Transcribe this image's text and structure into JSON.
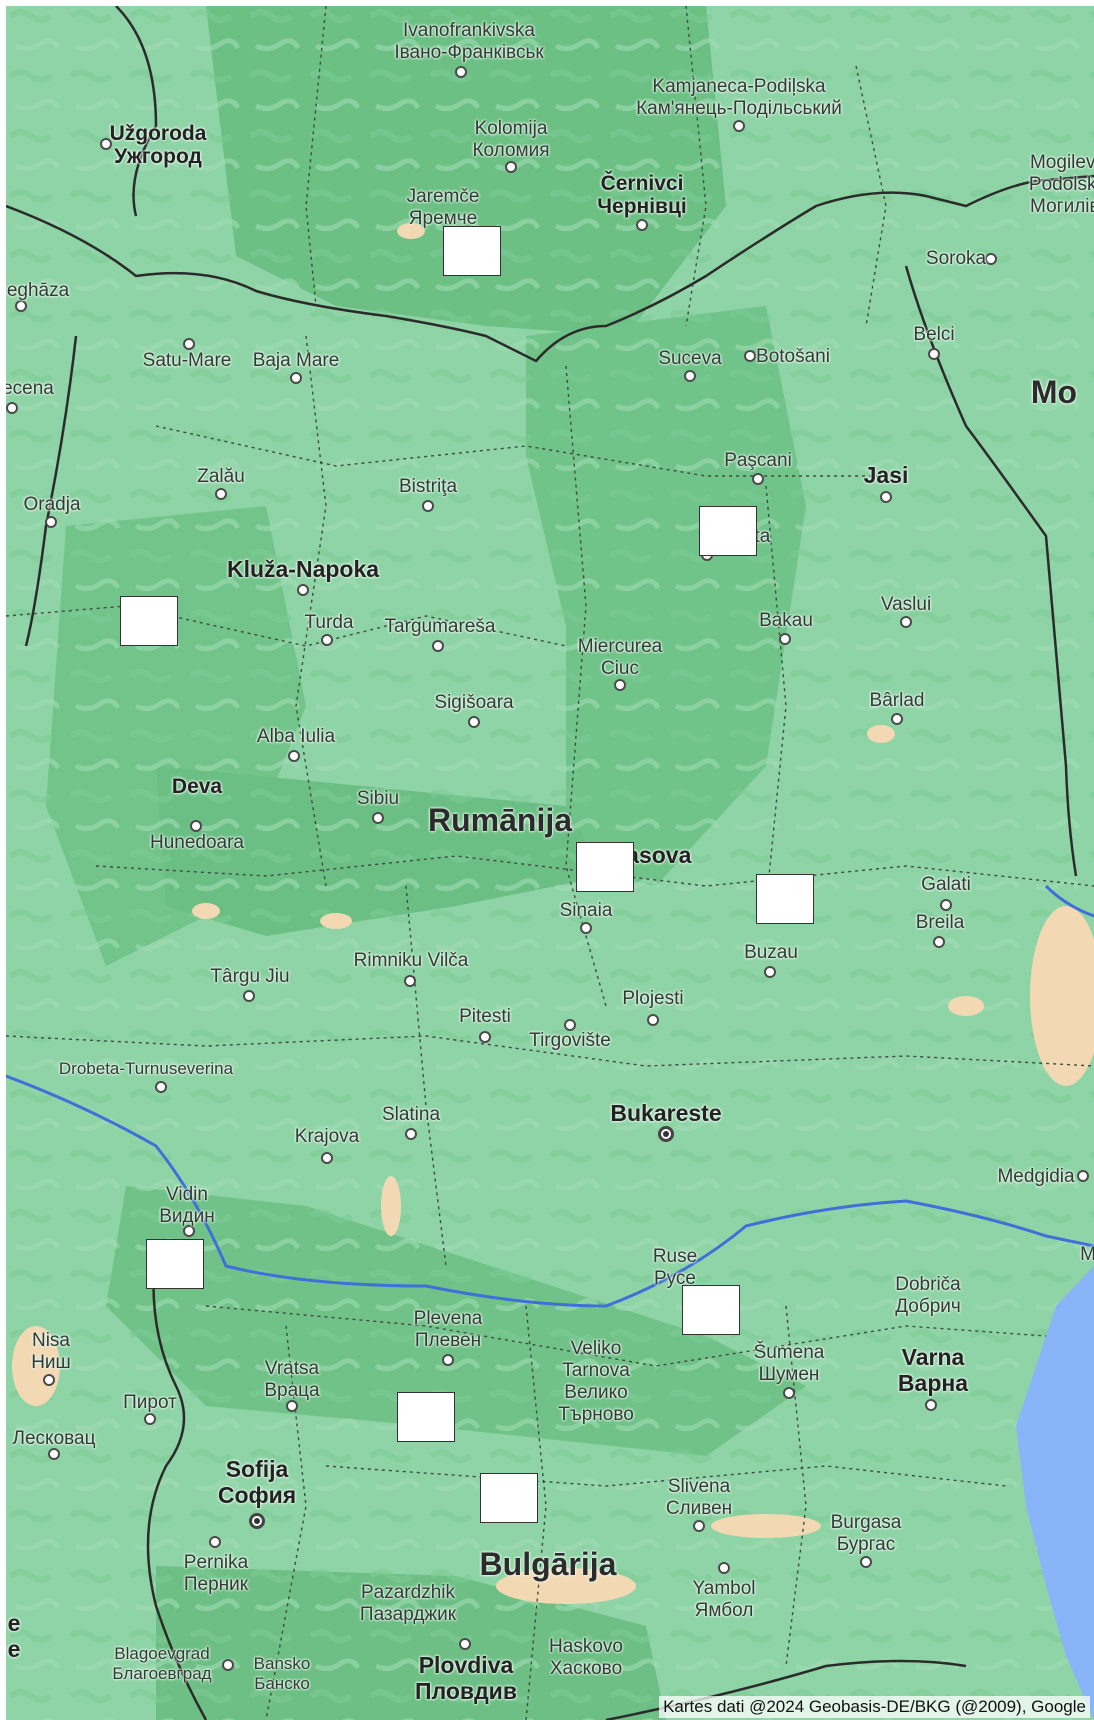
{
  "map": {
    "colors": {
      "land": "#8fd4a6",
      "forest": "#6fc488",
      "sand": "#f2d9b3",
      "water": "#8ab4f8",
      "border": "#2b2b2b"
    },
    "labels": {
      "ivano": [
        "Ivanofrankivska",
        "Івано-Франківськ"
      ],
      "kamjaneca": [
        "Kamjaneca-Podiļska",
        "Кам'янець-Подільський"
      ],
      "mogileva": [
        "Mogileva",
        "Podolska",
        "Могилів-"
      ],
      "uzgoroda": [
        "Užgoroda",
        "Ужгород"
      ],
      "kolomija": [
        "Kolomija",
        "Коломия"
      ],
      "jaremce": [
        "Jaremče",
        "Яремче"
      ],
      "cernivci": [
        "Černivci",
        "Чернівці"
      ],
      "soroka": "Soroka",
      "eghaza": "eghāza",
      "satu_mare": "Satu-Mare",
      "baja_mare": "Baja Mare",
      "suceva": "Suceva",
      "botosani": "Botošani",
      "belci": "Belci",
      "mo": "Mo",
      "ecena": "ecena",
      "paseani": "Paşcani",
      "jasi": "Jasi",
      "zalau": "Zalău",
      "bistrita": "Bistriţa",
      "oradja": "Oradja",
      "neamta": "Neamta",
      "kluza": "Kluža-Napoka",
      "vaslui": "Vaslui",
      "turda": "Turda",
      "targumaresa": "Targumareša",
      "bakau": "Bakau",
      "miercurea": [
        "Miercurea",
        "Ciuc"
      ],
      "sigisoara": "Sigišoara",
      "barlad": "Bârlad",
      "alba_iulia": "Alba Iulia",
      "deva": "Deva",
      "sibiu": "Sibiu",
      "rumanija": "Rumānija",
      "hunedoara": "Hunedoara",
      "brasova": "Brasova",
      "galati": "Galati",
      "sinaia": "Sinaia",
      "breila": "Breila",
      "buzau": "Buzau",
      "rimniku": "Rimniku Vilča",
      "targu_jiu": "Târgu Jiu",
      "plojesti": "Plojesti",
      "pitesti": "Pitesti",
      "tirgoviste": "Tirgovište",
      "drobeta": "Drobeta-Turnuseverina",
      "slatina": "Slatina",
      "bukareste": "Bukareste",
      "krajova": "Krajova",
      "medgidia": "Medgidia",
      "vidin": [
        "Vidin",
        "Видин"
      ],
      "ruse": [
        "Ruse",
        "Русе"
      ],
      "dobrica": [
        "Dobriča",
        "Добрич"
      ],
      "m_edge": "M",
      "plevena": [
        "Plevena",
        "Плевен"
      ],
      "nisa": [
        "Nisa",
        "Ниш"
      ],
      "veliko": [
        "Veliko",
        "Tarnova",
        "Велико",
        "Търново"
      ],
      "sumena": [
        "Šumena",
        "Шумен"
      ],
      "varna": [
        "Varna",
        "Варна"
      ],
      "vratsa": [
        "Vratsa",
        "Враца"
      ],
      "pirot": "Пирот",
      "leskovac": "Лесковац",
      "sofija": [
        "Sofija",
        "София"
      ],
      "slivena": [
        "Slivena",
        "Сливен"
      ],
      "burgasa": [
        "Burgasa",
        "Бургас"
      ],
      "bulgarija": "Bulgārija",
      "pernika": [
        "Pernika",
        "Перник"
      ],
      "yambol": [
        "Yambol",
        "Ямбол"
      ],
      "pazardzhik": [
        "Pazardzhik",
        "Пазарджик"
      ],
      "e_edge": [
        "e",
        "e"
      ],
      "blagoevgrad": [
        "Blagoevgrad",
        "Благоевград"
      ],
      "bansko": [
        "Bansko",
        "Банско"
      ],
      "plovdiva": [
        "Plovdiva",
        "Пловдив"
      ],
      "haskovo": [
        "Haskovo",
        "Хасково"
      ]
    },
    "attribution": "Kartes dati @2024 Geobasis-DE/BKG (@2009), Google"
  }
}
